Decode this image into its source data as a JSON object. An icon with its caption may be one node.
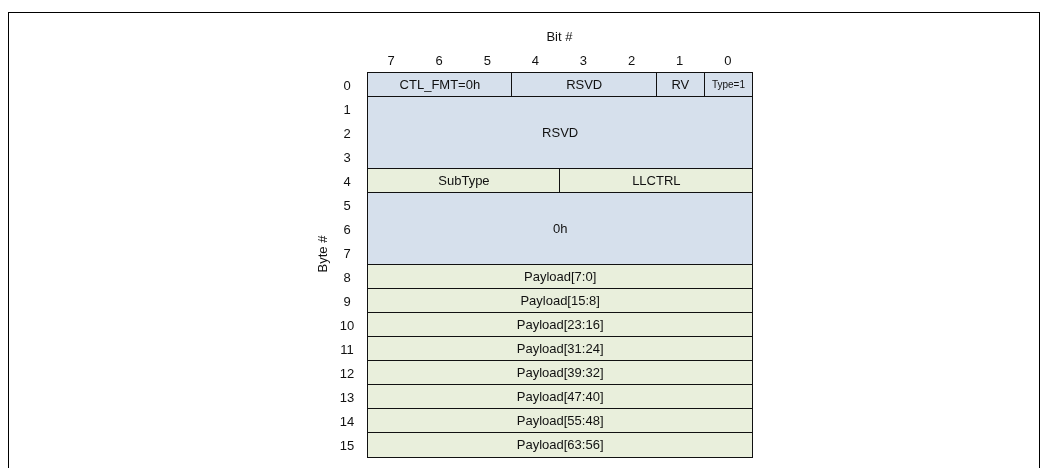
{
  "diagram": {
    "nodes": [
      {
        "text": [
          "CTL_FMT=0h"
        ]
      },
      {
        "text": [
          "RSVD"
        ]
      },
      {
        "text": [
          "RV"
        ]
      },
      {
        "text": [
          "Type=1"
        ]
      },
      {
        "text": [
          "RSVD"
        ]
      },
      {
        "text": [
          "SubType"
        ]
      },
      {
        "text": [
          "LLCTRL"
        ]
      },
      {
        "text": [
          "0h"
        ]
      },
      {
        "text": [
          "Payload[7:0]"
        ]
      },
      {
        "text": [
          "Payload[15:8]"
        ]
      },
      {
        "text": [
          "Payload[23:16]"
        ]
      },
      {
        "text": [
          "Payload[31:24]"
        ]
      },
      {
        "text": [
          "Payload[39:32]"
        ]
      },
      {
        "text": [
          "Payload[47:40]"
        ]
      },
      {
        "text": [
          "Payload[55:48]"
        ]
      },
      {
        "text": [
          "Payload[63:56]"
        ]
      }
    ],
    "labels": [
      "Bit #",
      "7",
      "6",
      "5",
      "4",
      "3",
      "2",
      "1",
      "0",
      "0",
      "1",
      "2",
      "3",
      "4",
      "5",
      "6",
      "7",
      "8",
      "9",
      "10",
      "11",
      "12",
      "13",
      "14",
      "15",
      "Byte #"
    ]
  }
}
